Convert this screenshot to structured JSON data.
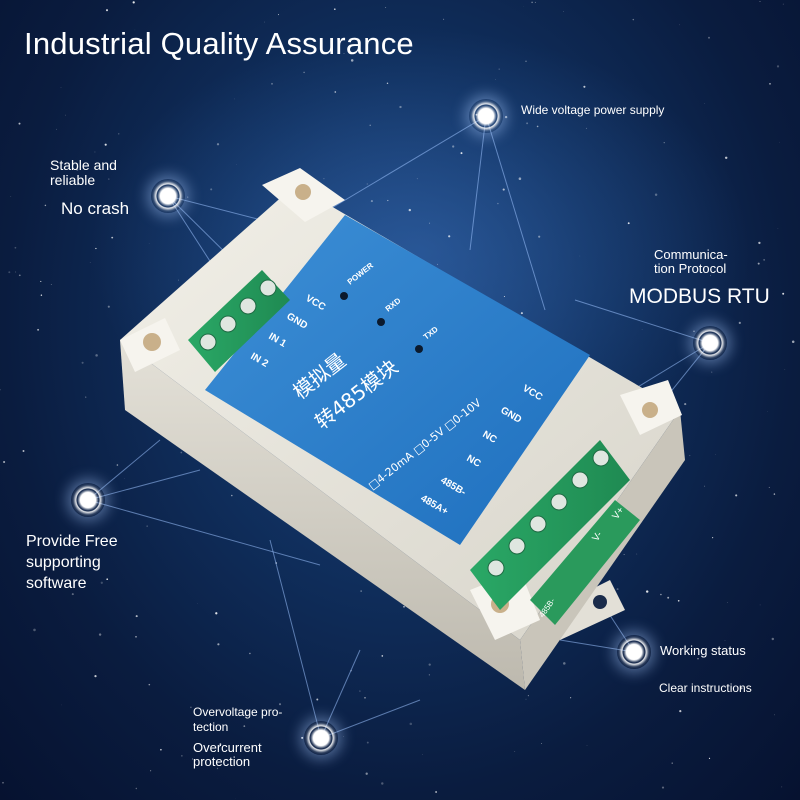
{
  "title": "Industrial Quality Assurance",
  "features": {
    "power": "Wide voltage power supply",
    "stable_line1": "Stable and",
    "stable_line2": "reliable",
    "no_crash": "No crash",
    "comm_line1": "Communica-",
    "comm_line2": "tion Protocol",
    "modbus": "MODBUS RTU",
    "software_line1": "Provide Free",
    "software_line2": "supporting",
    "software_line3": "software",
    "working_status": "Working status",
    "clear_instructions": "Clear instructions",
    "overvoltage_line1": "Overvoltage pro-",
    "overvoltage_line2": "tection",
    "overcurrent_line1": "Overcurrent",
    "overcurrent_line2": "protection"
  },
  "device": {
    "title_line1": "模拟量",
    "title_line2": "转485模块",
    "options": "□4-20mA □0-5V □0-10V",
    "led_power": "POWER",
    "led_rxd": "RXD",
    "led_txd": "TXD",
    "left_terminals": [
      "VCC",
      "GND",
      "IN 1",
      "IN 2"
    ],
    "right_terminals": [
      "VCC",
      "GND",
      "NC",
      "NC",
      "485B-",
      "485A+"
    ],
    "green_labels": [
      "V-",
      "V+"
    ],
    "side_label": "485B-"
  }
}
